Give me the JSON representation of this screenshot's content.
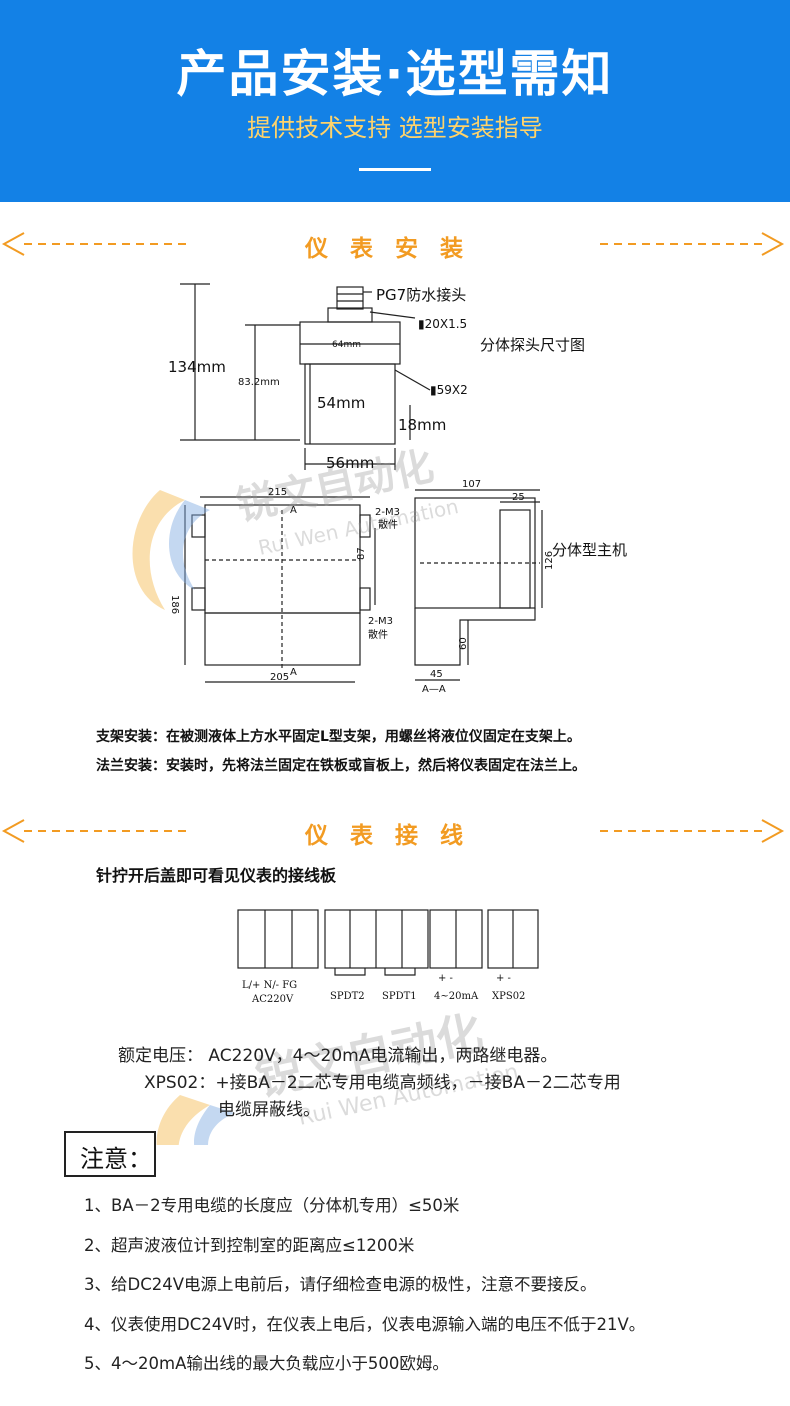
{
  "header": {
    "title": "产品安装·选型需知",
    "subtitle": "提供技术支持 选型安装指导"
  },
  "sections": {
    "install": "仪表安装",
    "wiring": "仪表接线"
  },
  "install_diagram": {
    "pg7": "PG7防水接头",
    "m20": "▮20X1.5",
    "probe_caption": "分体探头尺寸图",
    "d64": "64mm",
    "h134": "134mm",
    "h83": "83.2mm",
    "h54": "54mm",
    "m59": "▮59X2",
    "h18": "18mm",
    "w56": "56mm",
    "w215": "215",
    "w205": "205",
    "h186": "186",
    "h87": "87",
    "m3a": "2-M3",
    "scatter_a": "散件",
    "m3b": "2-M3",
    "scatter_b": "散件",
    "sec_a_top": "A",
    "sec_a_bottom": "A",
    "w107": "107",
    "w25": "25",
    "h126": "126",
    "h60": "60",
    "w45": "45",
    "section_aa": "A—A",
    "host_caption": "分体型主机"
  },
  "install_notes": {
    "bracket": "支架安装：在被测液体上方水平固定L型支架，用螺丝将液位仪固定在支架上。",
    "flange": "法兰安装：安装时，先将法兰固定在铁板或盲板上，然后将仪表固定在法兰上。"
  },
  "wiring": {
    "intro": "针拧开后盖即可看见仪表的接线板",
    "labels": {
      "power": "L/+ N/- FG",
      "ac": "AC220V",
      "spdt2": "SPDT2",
      "spdt1": "SPDT1",
      "ma": "4~20mA",
      "xps": "XPS02",
      "plus_minus": "+ -"
    },
    "spec1": "额定电压：  AC220V，4～20mA电流输出，两路继电器。",
    "spec2": "XPS02：+接BA－2二芯专用电缆高频线，－接BA－2二芯专用",
    "spec3": "电缆屏蔽线。"
  },
  "notice": {
    "title": "注意：",
    "items": [
      "1、BA－2专用电缆的长度应（分体机专用）≤50米",
      "2、超声波液位计到控制室的距离应≤1200米",
      "3、给DC24V电源上电前后，请仔细检查电源的极性，注意不要接反。",
      "4、仪表使用DC24V时，在仪表上电后，仪表电源输入端的电压不低于21V。",
      "5、4～20mA输出线的最大负载应小于500欧姆。"
    ]
  },
  "watermark": {
    "cn": "锐文自动化",
    "en": "Rui Wen Automation"
  },
  "colors": {
    "banner": "#1381e6",
    "subtitle": "#ffd36b",
    "accent": "#f29b22"
  }
}
